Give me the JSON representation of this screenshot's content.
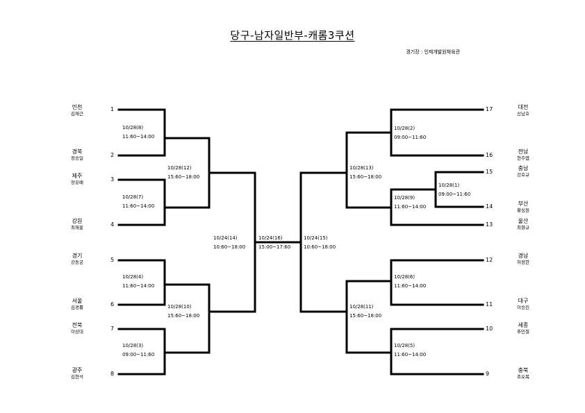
{
  "header": {
    "title": "당구-남자일반부-캐롬3쿠션",
    "venue": "경기장 : 인제개발원체육관"
  },
  "players_left": [
    {
      "seed": "1",
      "region": "인천",
      "name": "김재근"
    },
    {
      "seed": "2",
      "region": "경북",
      "name": "정승일"
    },
    {
      "seed": "3",
      "region": "제주",
      "name": "장유배"
    },
    {
      "seed": "4",
      "region": "강원",
      "name": "최재홍"
    },
    {
      "seed": "5",
      "region": "경기",
      "name": "강동궁"
    },
    {
      "seed": "6",
      "region": "서울",
      "name": "김경률"
    },
    {
      "seed": "7",
      "region": "전북",
      "name": "이상대"
    },
    {
      "seed": "8",
      "region": "광주",
      "name": "김현석"
    }
  ],
  "players_right": [
    {
      "seed": "17",
      "region": "대전",
      "name": "신남호"
    },
    {
      "seed": "16",
      "region": "전남",
      "name": "현주엽"
    },
    {
      "seed": "15",
      "region": "충남",
      "name": "강호규"
    },
    {
      "seed": "14",
      "region": "부산",
      "name": "황심원"
    },
    {
      "seed": "13",
      "region": "울산",
      "name": "최향규"
    },
    {
      "seed": "12",
      "region": "경남",
      "name": "허정한"
    },
    {
      "seed": "11",
      "region": "대구",
      "name": "이승진"
    },
    {
      "seed": "10",
      "region": "세종",
      "name": "추민철"
    },
    {
      "seed": "9",
      "region": "충북",
      "name": "조오복"
    }
  ],
  "matches": {
    "m1": {
      "date": "10/28(1)",
      "time": "09:00~11:60"
    },
    "m2": {
      "date": "10/28(2)",
      "time": "09:00~11:60"
    },
    "m3": {
      "date": "10/28(3)",
      "time": "09:00~11:60"
    },
    "m4": {
      "date": "10/28(4)",
      "time": "11:60~14:00"
    },
    "m5": {
      "date": "10/28(5)",
      "time": "11:60~14:00"
    },
    "m6": {
      "date": "10/28(6)",
      "time": "11:60~14:00"
    },
    "m7": {
      "date": "10/28(7)",
      "time": "11:60~14:00"
    },
    "m8": {
      "date": "10/28(8)",
      "time": "11:60~14:00"
    },
    "m9": {
      "date": "10/28(9)",
      "time": "11:60~14:00"
    },
    "m10": {
      "date": "10/28(10)",
      "time": "15:60~18:00"
    },
    "m11": {
      "date": "10/28(11)",
      "time": "15:60~18:00"
    },
    "m12": {
      "date": "10/28(12)",
      "time": "15:60~18:00"
    },
    "m13": {
      "date": "10/28(13)",
      "time": "15:60~18:00"
    },
    "m14": {
      "date": "10/24(14)",
      "time": "10:60~18:00"
    },
    "m15": {
      "date": "10/24(15)",
      "time": "10:60~18:00"
    },
    "m16": {
      "date": "10/24(16)",
      "time": "15:00~17:60"
    }
  }
}
